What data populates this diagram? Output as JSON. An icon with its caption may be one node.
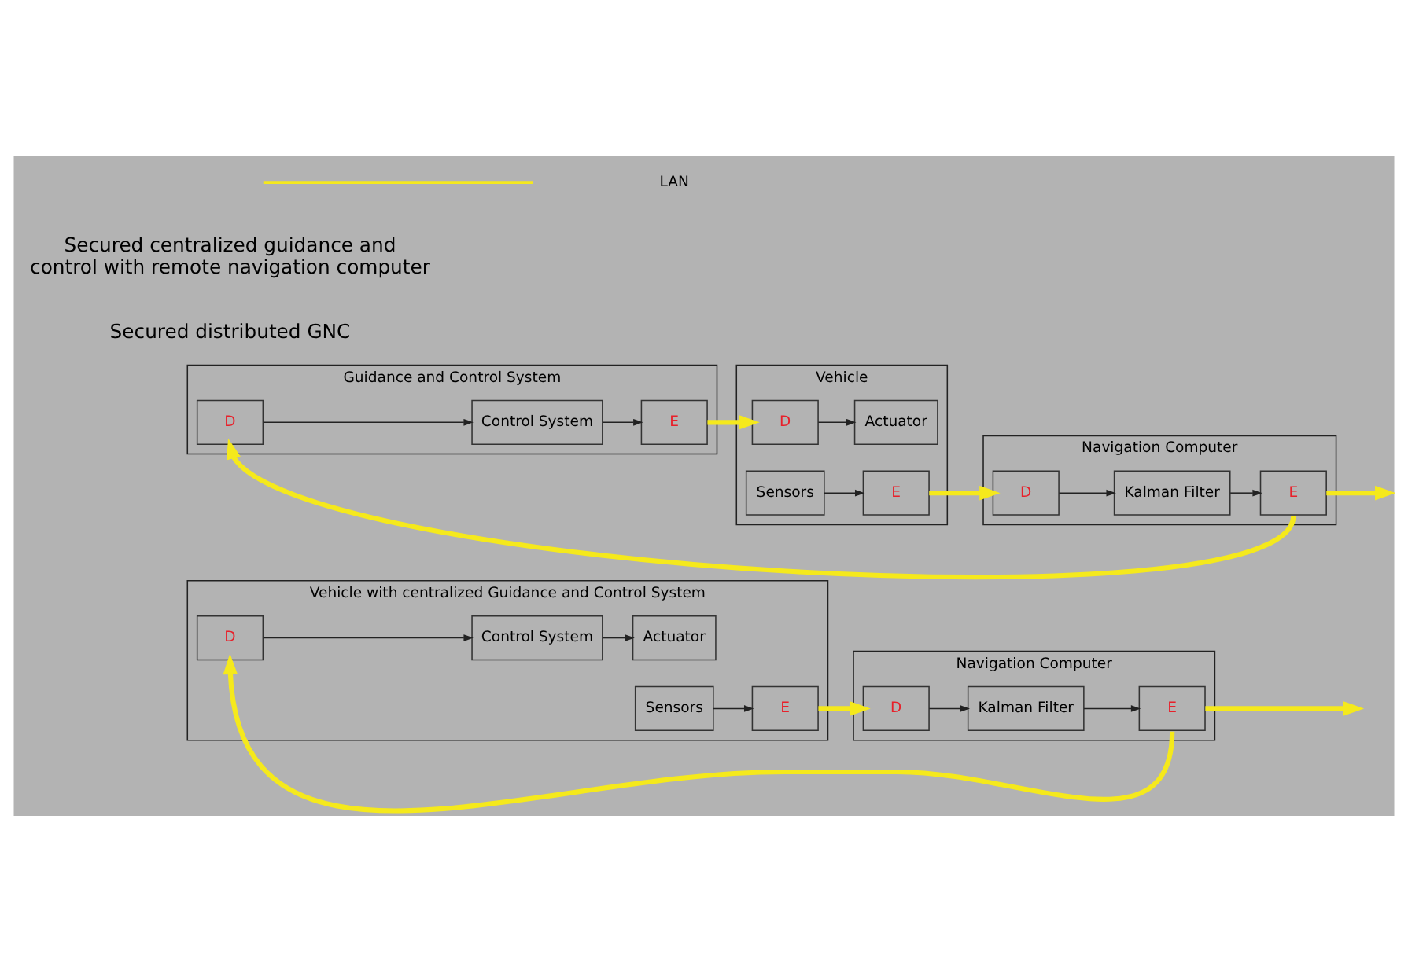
{
  "diagram": {
    "nodes": [
      {
        "text": [
          "Guidance and Control System"
        ]
      },
      {
        "text": [
          "D"
        ],
        "in": 0
      },
      {
        "text": [
          "Control System"
        ],
        "in": 0
      },
      {
        "text": [
          "E"
        ],
        "in": 0
      },
      {
        "text": [
          "Vehicle"
        ]
      },
      {
        "text": [
          "D"
        ],
        "in": 4
      },
      {
        "text": [
          "Actuator"
        ],
        "in": 4
      },
      {
        "text": [
          "Sensors"
        ],
        "in": 4
      },
      {
        "text": [
          "E"
        ],
        "in": 4
      },
      {
        "text": [
          "Navigation Computer"
        ]
      },
      {
        "text": [
          "D"
        ],
        "in": 9
      },
      {
        "text": [
          "Kalman Filter"
        ],
        "in": 9
      },
      {
        "text": [
          "E"
        ],
        "in": 9
      },
      {
        "text": [
          "Vehicle with centralized Guidance and Control System"
        ]
      },
      {
        "text": [
          "D"
        ],
        "in": 13
      },
      {
        "text": [
          "Control System"
        ],
        "in": 13
      },
      {
        "text": [
          "Actuator"
        ],
        "in": 13
      },
      {
        "text": [
          "Sensors"
        ],
        "in": 13
      },
      {
        "text": [
          "E"
        ],
        "in": 13
      },
      {
        "text": [
          "Navigation Computer"
        ]
      },
      {
        "text": [
          "D"
        ],
        "in": 19
      },
      {
        "text": [
          "Kalman Filter"
        ],
        "in": 19
      },
      {
        "text": [
          "E"
        ],
        "in": 19
      }
    ],
    "edges": [
      {
        "from": 1,
        "to": 2,
        "arrow": "to"
      },
      {
        "from": 2,
        "to": 3,
        "arrow": "to"
      },
      {
        "from": 3,
        "to": 5,
        "arrow": "to",
        "style": "thick",
        "color": "#f5e91c"
      },
      {
        "from": 5,
        "to": 6,
        "arrow": "to"
      },
      {
        "from": 7,
        "to": 8,
        "arrow": "to"
      },
      {
        "from": 8,
        "to": 10,
        "arrow": "to",
        "style": "thick",
        "color": "#f5e91c"
      },
      {
        "from": 10,
        "to": 11,
        "arrow": "to"
      },
      {
        "from": 11,
        "to": 12,
        "arrow": "to"
      },
      {
        "from": 12,
        "to": null,
        "arrow": "to",
        "style": "thick",
        "color": "#f5e91c"
      },
      {
        "from": 12,
        "to": 1,
        "arrow": "to",
        "style": "thick",
        "color": "#f5e91c"
      },
      {
        "from": 14,
        "to": 15,
        "arrow": "to"
      },
      {
        "from": 15,
        "to": 16,
        "arrow": "to"
      },
      {
        "from": 17,
        "to": 18,
        "arrow": "to"
      },
      {
        "from": 18,
        "to": 20,
        "arrow": "to",
        "style": "thick",
        "color": "#f5e91c"
      },
      {
        "from": 20,
        "to": 21,
        "arrow": "to"
      },
      {
        "from": 21,
        "to": 22,
        "arrow": "to"
      },
      {
        "from": 22,
        "to": null,
        "arrow": "to",
        "style": "thick",
        "color": "#f5e91c"
      },
      {
        "from": 22,
        "to": 14,
        "arrow": "to",
        "style": "thick",
        "color": "#f5e91c"
      }
    ],
    "labels": [
      "Secured distributed GNC",
      "Secured centralized guidance and control with remote navigation computer"
    ],
    "legend": [
      {
        "text": "LAN"
      }
    ]
  }
}
